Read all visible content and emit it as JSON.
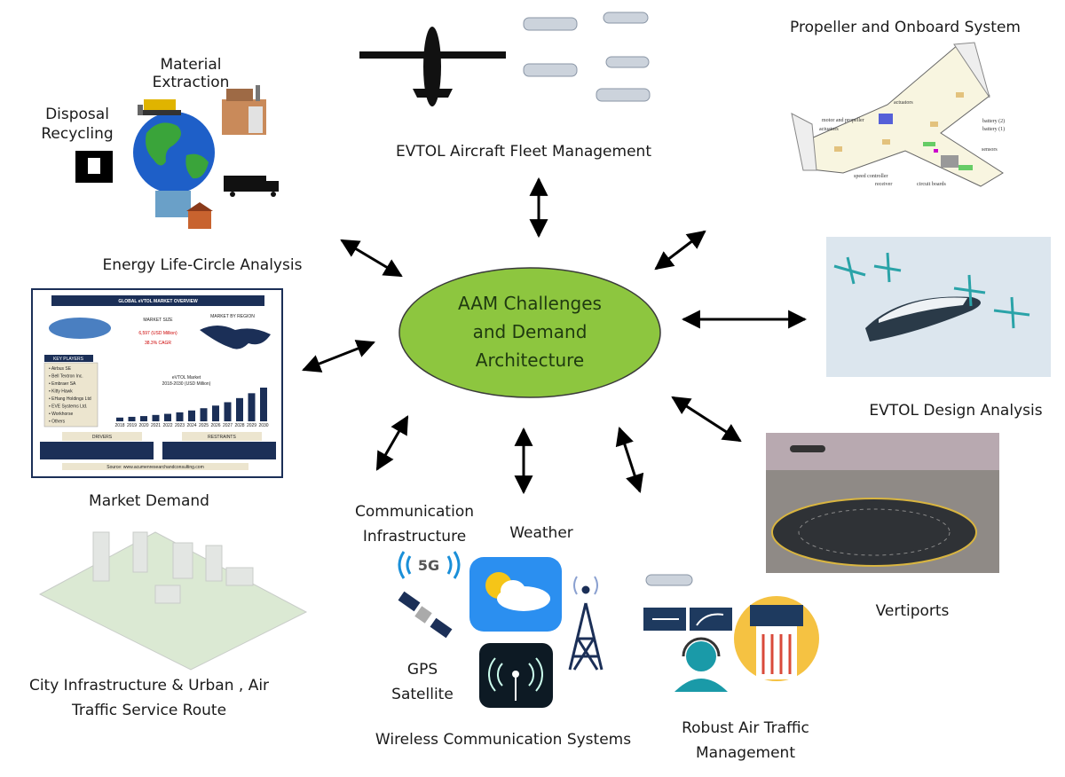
{
  "center": {
    "lines": [
      "AAM Challenges",
      "and Demand",
      "Architecture"
    ],
    "fill": "#8DC63F"
  },
  "labels": {
    "material_extraction": [
      "Material",
      "Extraction"
    ],
    "disposal_recycling": [
      "Disposal",
      "Recycling"
    ],
    "energy": "Energy Life-Circle Analysis",
    "fleet": "EVTOL Aircraft Fleet Management",
    "propeller": "Propeller and Onboard System",
    "design": "EVTOL Design Analysis",
    "vertiports": "Vertiports",
    "market": "Market Demand",
    "city": [
      "City Infrastructure & Urban , Air",
      "Traffic Service Route"
    ],
    "comm": [
      "Communication",
      "Infrastructure"
    ],
    "weather": "Weather",
    "gps": [
      "GPS",
      "Satellite"
    ],
    "wireless": "Wireless Communication Systems",
    "atm": [
      "Robust Air Traffic",
      "Management"
    ],
    "five_g": "5G"
  },
  "propeller_diagram": {
    "actuators": "actuators",
    "motor": "motor and propeller",
    "battery2": "battery (2)",
    "battery1": "battery (1)",
    "sensors": "sensors",
    "speed_controller": "speed controller",
    "receiver": "receiver",
    "circuit_boards": "circuit boards"
  },
  "market_panel": {
    "title": "GLOBAL eVTOL MARKET OVERVIEW",
    "market_size_label": "MARKET SIZE",
    "market_size": "6,597 (USD Million)",
    "cagr": "38.3% CAGR",
    "region_label": "MARKET BY REGION",
    "key_players_label": "KEY PLAYERS",
    "key_players": [
      "Airbus SE",
      "Bell Textron Inc.",
      "Embraer SA",
      "Kitty Hawk",
      "EHang Holdings Ltd",
      "EVE Systems Ltd.",
      "Workhorse",
      "Others"
    ],
    "chart_title": "eVTOL Market",
    "chart_subtitle": "2018-2030 (USD Million)",
    "years": [
      "2018",
      "2019",
      "2020",
      "2021",
      "2022",
      "2023",
      "2024",
      "2025",
      "2026",
      "2027",
      "2028",
      "2029",
      "2030"
    ],
    "values": [
      1,
      1.2,
      1.4,
      1.7,
      2,
      2.4,
      2.9,
      3.5,
      4.2,
      5.1,
      6.2,
      7.5,
      9
    ],
    "drivers_label": "DRIVERS",
    "restraints_label": "RESTRAINTS",
    "source": "Source: www.acumenresearchandconsulting.com"
  },
  "colors": {
    "arrow": "#000000",
    "panel_navy": "#1b2f57",
    "globe_blue": "#1e5fc8",
    "globe_green": "#3aa43a"
  }
}
